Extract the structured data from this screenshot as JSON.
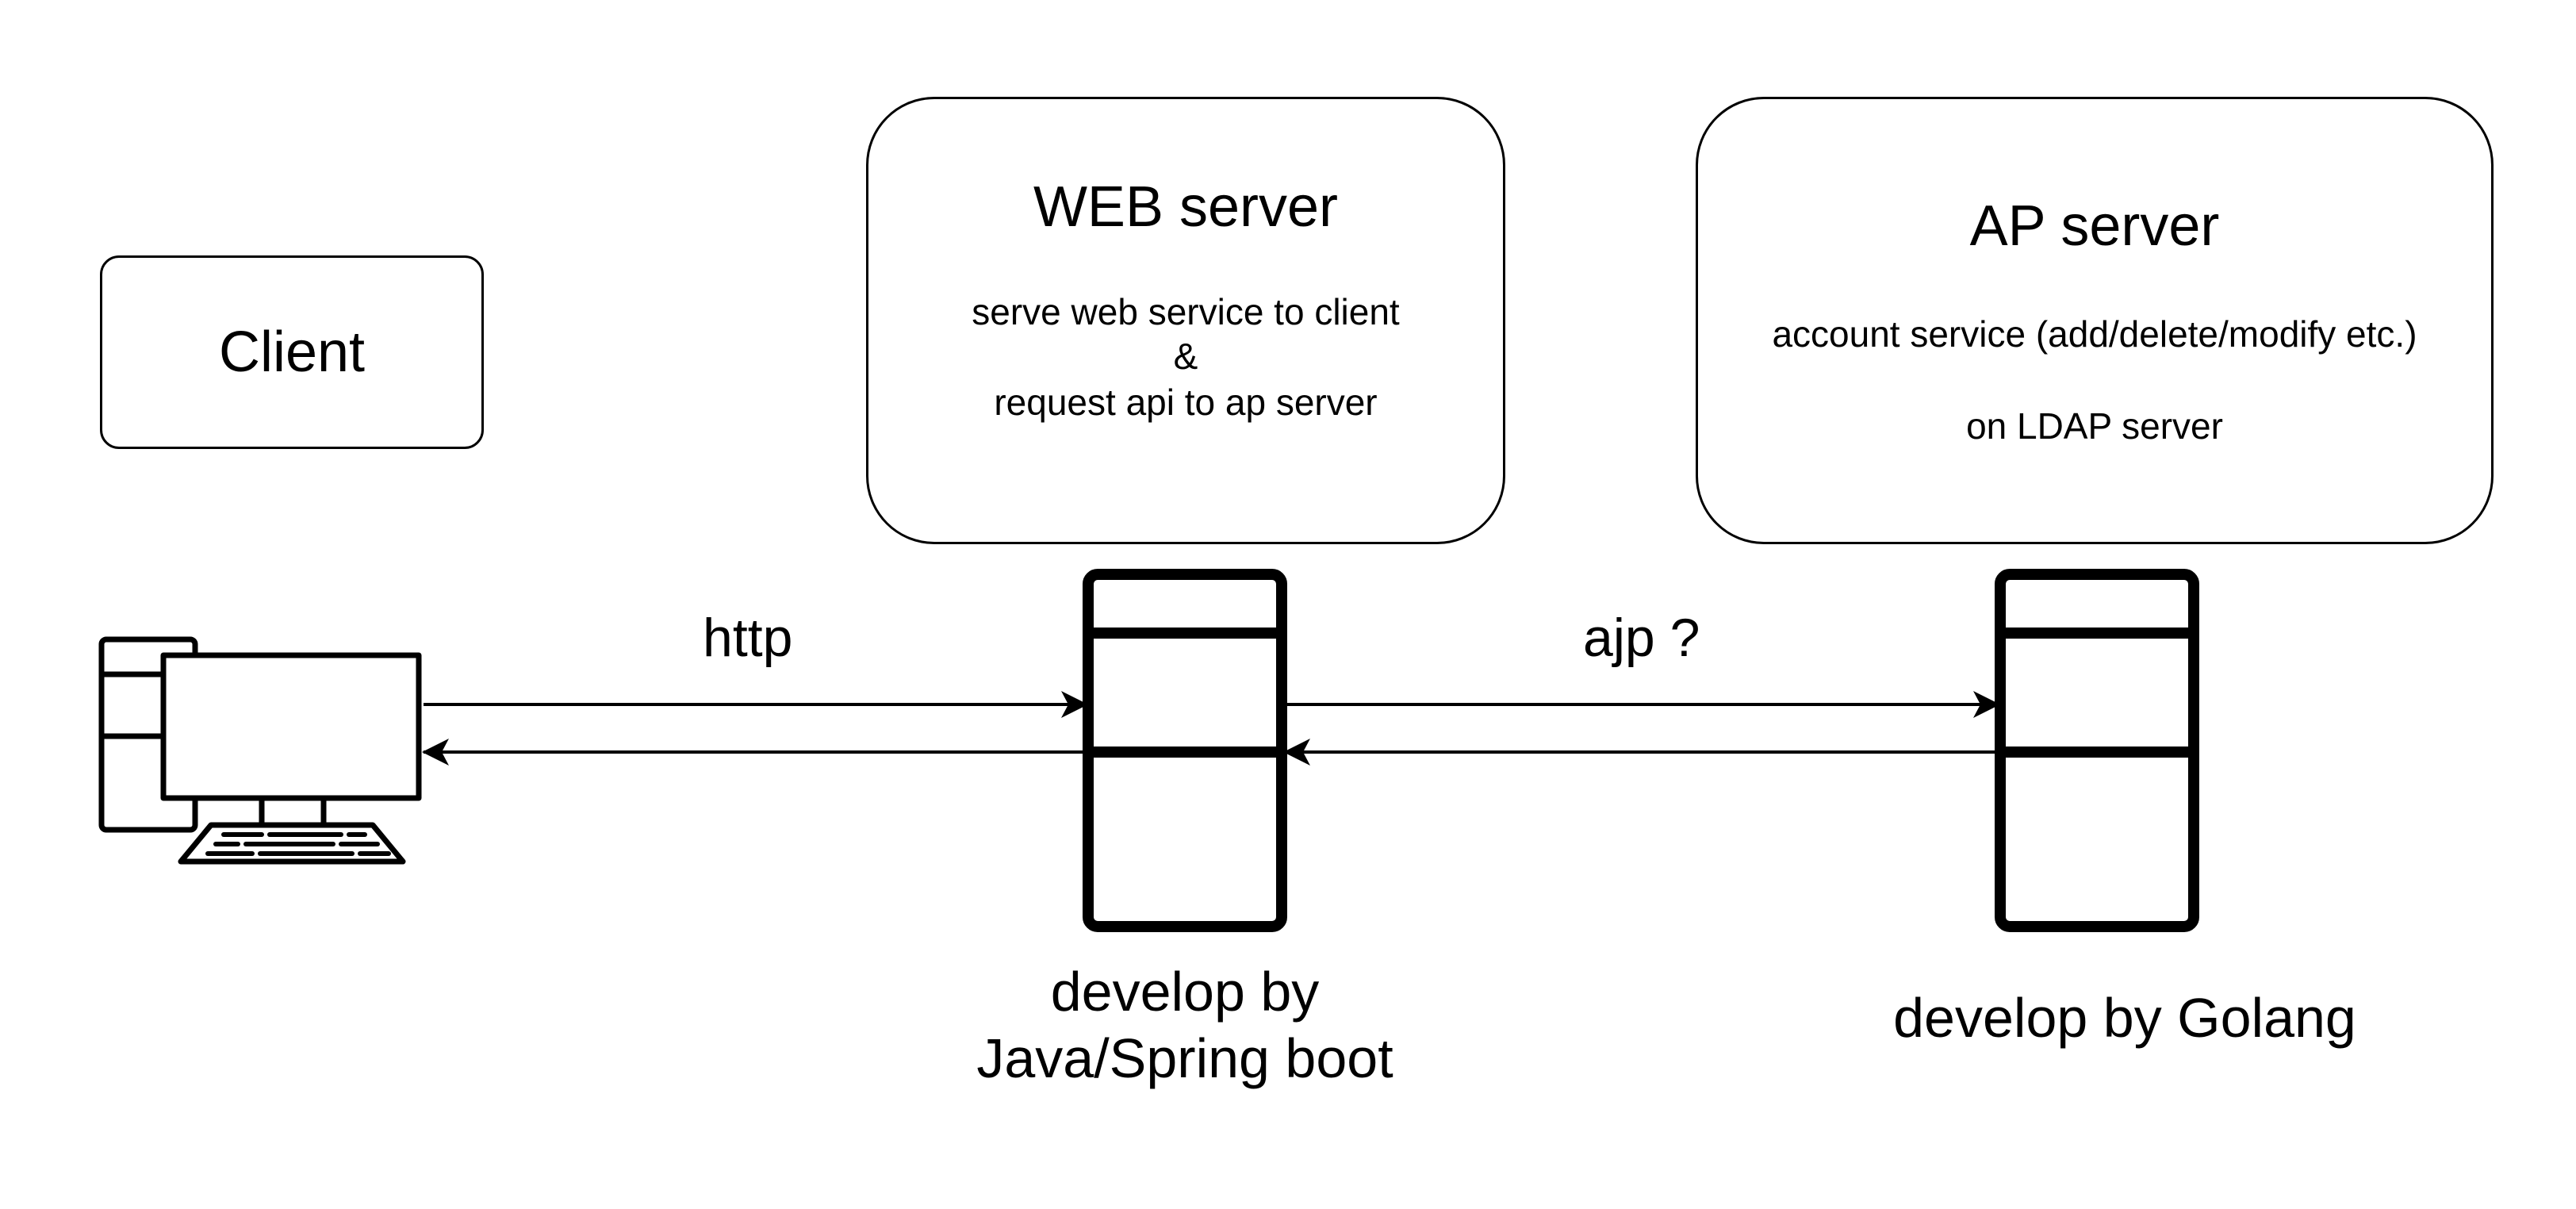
{
  "nodes": {
    "client": {
      "title": "Client"
    },
    "web_server": {
      "title": "WEB server",
      "description": [
        "serve web service to client",
        "&",
        "request api to ap server"
      ],
      "note_lines": [
        "develop by",
        "Java/Spring boot"
      ]
    },
    "ap_server": {
      "title": "AP server",
      "description": [
        "account service (add/delete/modify etc.)",
        "on LDAP server"
      ],
      "note": "develop by Golang"
    }
  },
  "edges": {
    "client_web": {
      "label": "http"
    },
    "web_ap": {
      "label": "ajp ?"
    }
  },
  "icons": {
    "client": "desktop-computer-icon",
    "web_server": "server-tower-icon",
    "ap_server": "server-tower-icon"
  },
  "colors": {
    "stroke": "#000000",
    "background": "#ffffff"
  }
}
